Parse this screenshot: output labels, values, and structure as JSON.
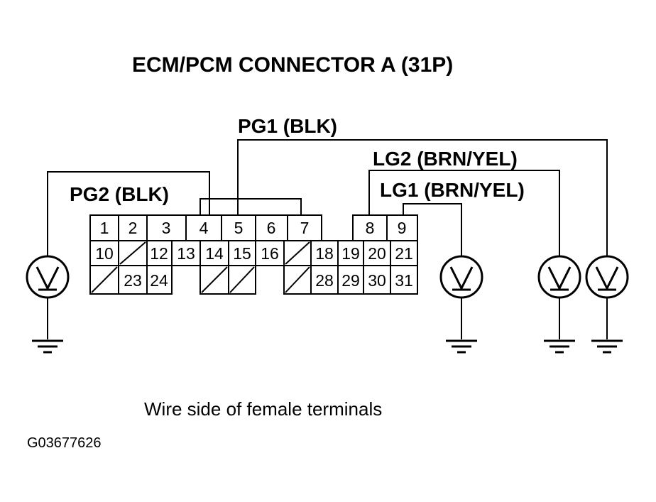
{
  "title": "ECM/PCM CONNECTOR A (31P)",
  "wires": {
    "pg1": "PG1 (BLK)",
    "lg2": "LG2 (BRN/YEL)",
    "pg2": "PG2 (BLK)",
    "lg1": "LG1 (BRN/YEL)"
  },
  "pins": {
    "row1": [
      "1",
      "2",
      "3",
      "4",
      "5",
      "6",
      "7",
      "8",
      "9"
    ],
    "row2": [
      "10",
      "12",
      "13",
      "14",
      "15",
      "16",
      "18",
      "19",
      "20",
      "21"
    ],
    "row3": [
      "23",
      "24",
      "28",
      "29",
      "30",
      "31"
    ]
  },
  "caption": "Wire side of female terminals",
  "figure_code": "G03677626"
}
